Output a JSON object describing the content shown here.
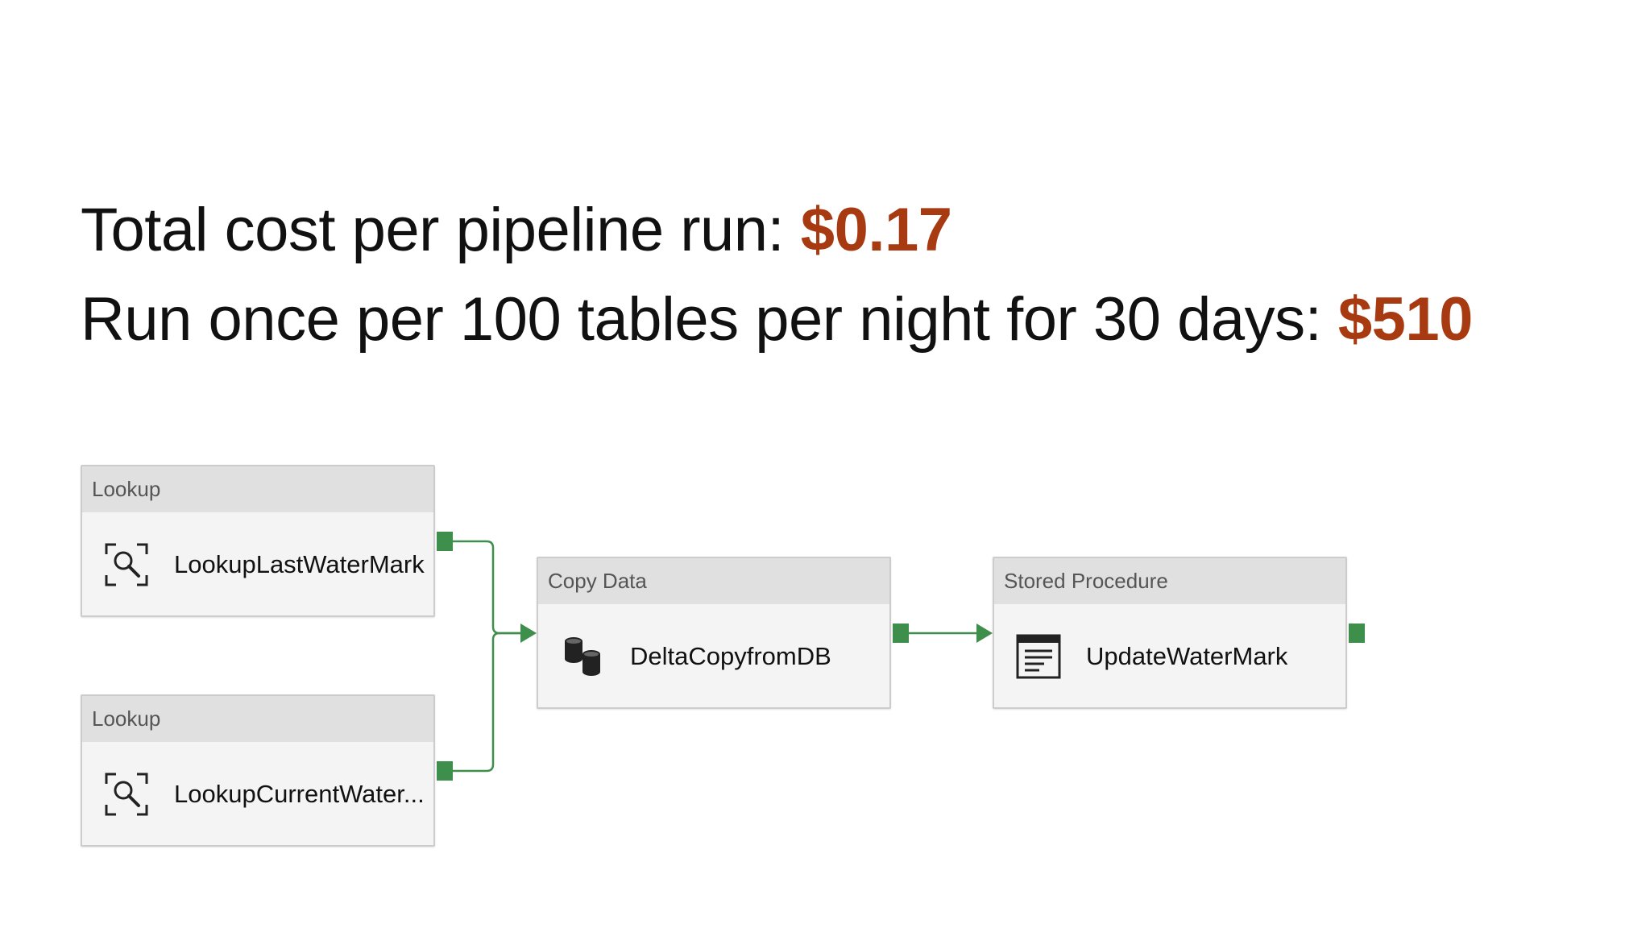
{
  "headline": {
    "line1_text": "Total cost per pipeline run: ",
    "line1_amount": "$0.17",
    "line2_text": "Run once per 100 tables per night for 30 days: ",
    "line2_amount": "$510"
  },
  "colors": {
    "amount": "#a83a12",
    "connector": "#3f8f4c",
    "node_header_bg": "#e0e0e0",
    "node_body_bg": "#f4f4f4"
  },
  "pipeline": {
    "activities": [
      {
        "type": "Lookup",
        "name": "LookupLastWaterMark",
        "icon": "lookup-icon"
      },
      {
        "type": "Lookup",
        "name": "LookupCurrentWater...",
        "icon": "lookup-icon"
      },
      {
        "type": "Copy Data",
        "name": "DeltaCopyfromDB",
        "icon": "database-icon"
      },
      {
        "type": "Stored Procedure",
        "name": "UpdateWaterMark",
        "icon": "stored-procedure-icon"
      }
    ]
  }
}
